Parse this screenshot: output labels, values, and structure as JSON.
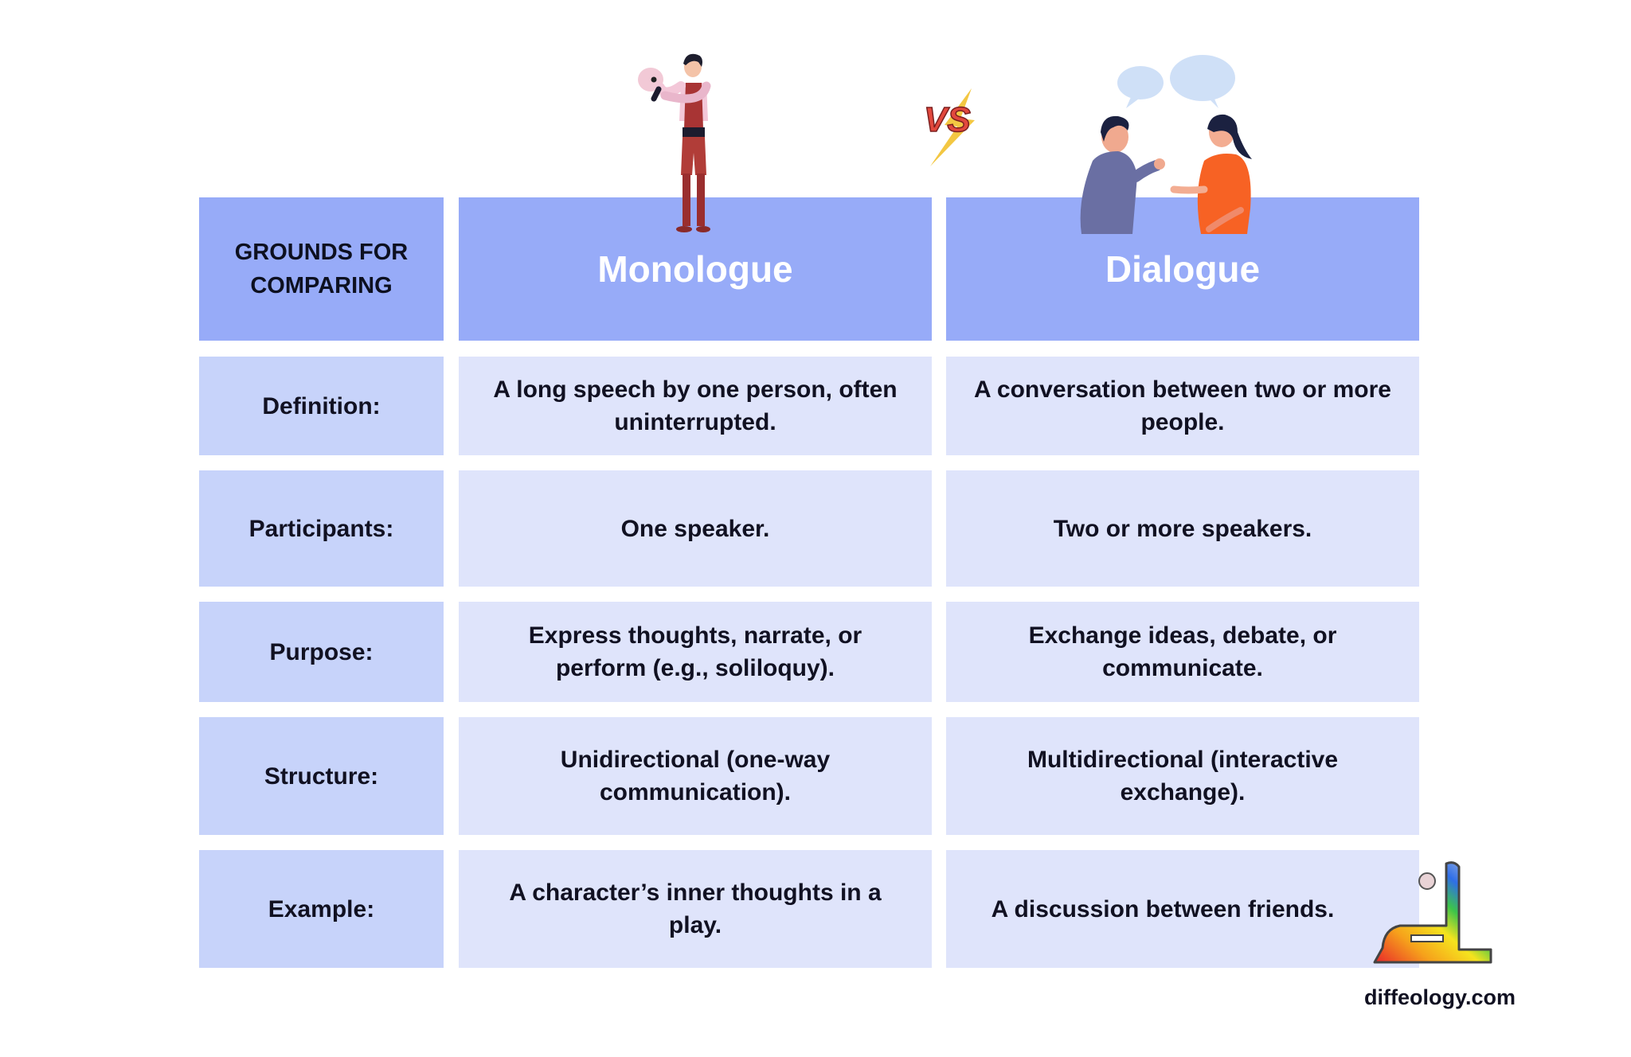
{
  "header": {
    "grounds_label": "GROUNDS FOR COMPARING",
    "col1_title": "Monologue",
    "col2_title": "Dialogue",
    "vs_badge": "VS"
  },
  "rows": [
    {
      "label": "Definition:",
      "monologue": "A long speech by one person, often uninterrupted.",
      "dialogue": "A conversation between two or more people."
    },
    {
      "label": "Participants:",
      "monologue": "One speaker.",
      "dialogue": "Two or more speakers."
    },
    {
      "label": "Purpose:",
      "monologue": "Express thoughts, narrate, or perform (e.g., soliloquy).",
      "dialogue": "Exchange ideas, debate, or communicate."
    },
    {
      "label": "Structure:",
      "monologue": "Unidirectional (one-way communication).",
      "dialogue": "Multidirectional (interactive exchange)."
    },
    {
      "label": "Example:",
      "monologue": "A character’s inner thoughts in a play.",
      "dialogue": "A discussion between friends."
    }
  ],
  "footer": {
    "site": "diffeology.com"
  },
  "icons": {
    "monologue_illustration": "actor-holding-skull-icon",
    "vs_illustration": "vs-lightning-icon",
    "dialogue_illustration": "two-people-talking-icon",
    "logo": "diffeology-rainbow-logo-icon"
  },
  "colors": {
    "header_bg": "#97abf8",
    "label_bg": "#c7d3fa",
    "value_bg": "#dfe4fb",
    "header_title_text": "#ffffff",
    "body_text": "#111122"
  }
}
